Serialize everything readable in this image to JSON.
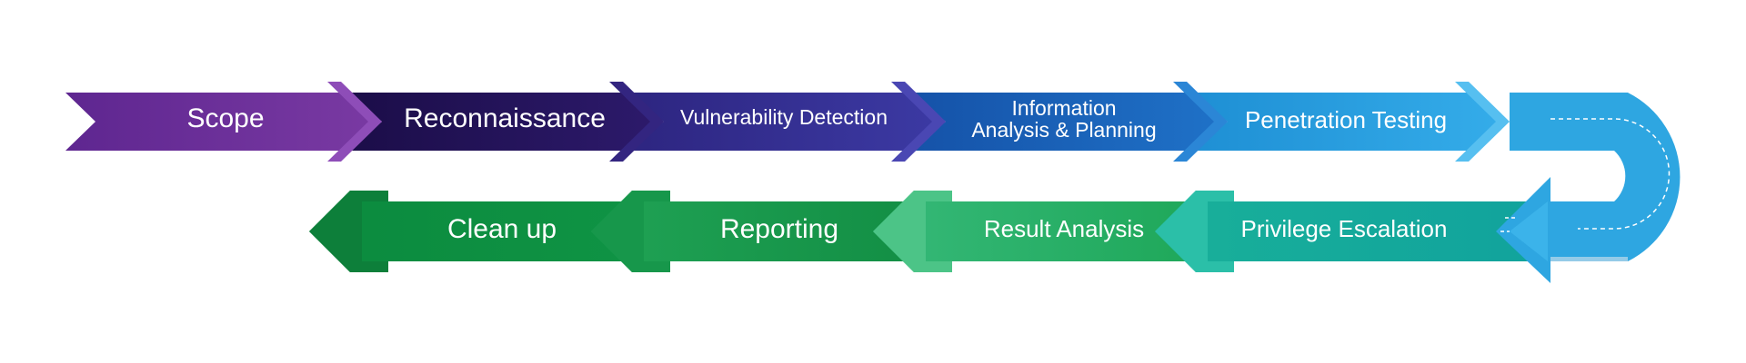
{
  "process": {
    "top_row": [
      {
        "lines": [
          "Scope"
        ],
        "color": "#6a2c93"
      },
      {
        "lines": [
          "Reconnaissance"
        ],
        "color": "#27145f"
      },
      {
        "lines": [
          "Vulnerability Detection"
        ],
        "color": "#3a2f96"
      },
      {
        "lines": [
          "Information",
          "Analysis & Planning"
        ],
        "color": "#1c66bd"
      },
      {
        "lines": [
          "Penetration Testing"
        ],
        "color": "#2a9fe0"
      }
    ],
    "bottom_row": [
      {
        "lines": [
          "Privilege Escalation"
        ],
        "color": "#16a89b"
      },
      {
        "lines": [
          "Result Analysis"
        ],
        "color": "#27ae6a"
      },
      {
        "lines": [
          "Reporting"
        ],
        "color": "#1a9a4e"
      },
      {
        "lines": [
          "Clean up"
        ],
        "color": "#0d8a3e"
      }
    ],
    "connector_color": "#2ea6e1"
  }
}
